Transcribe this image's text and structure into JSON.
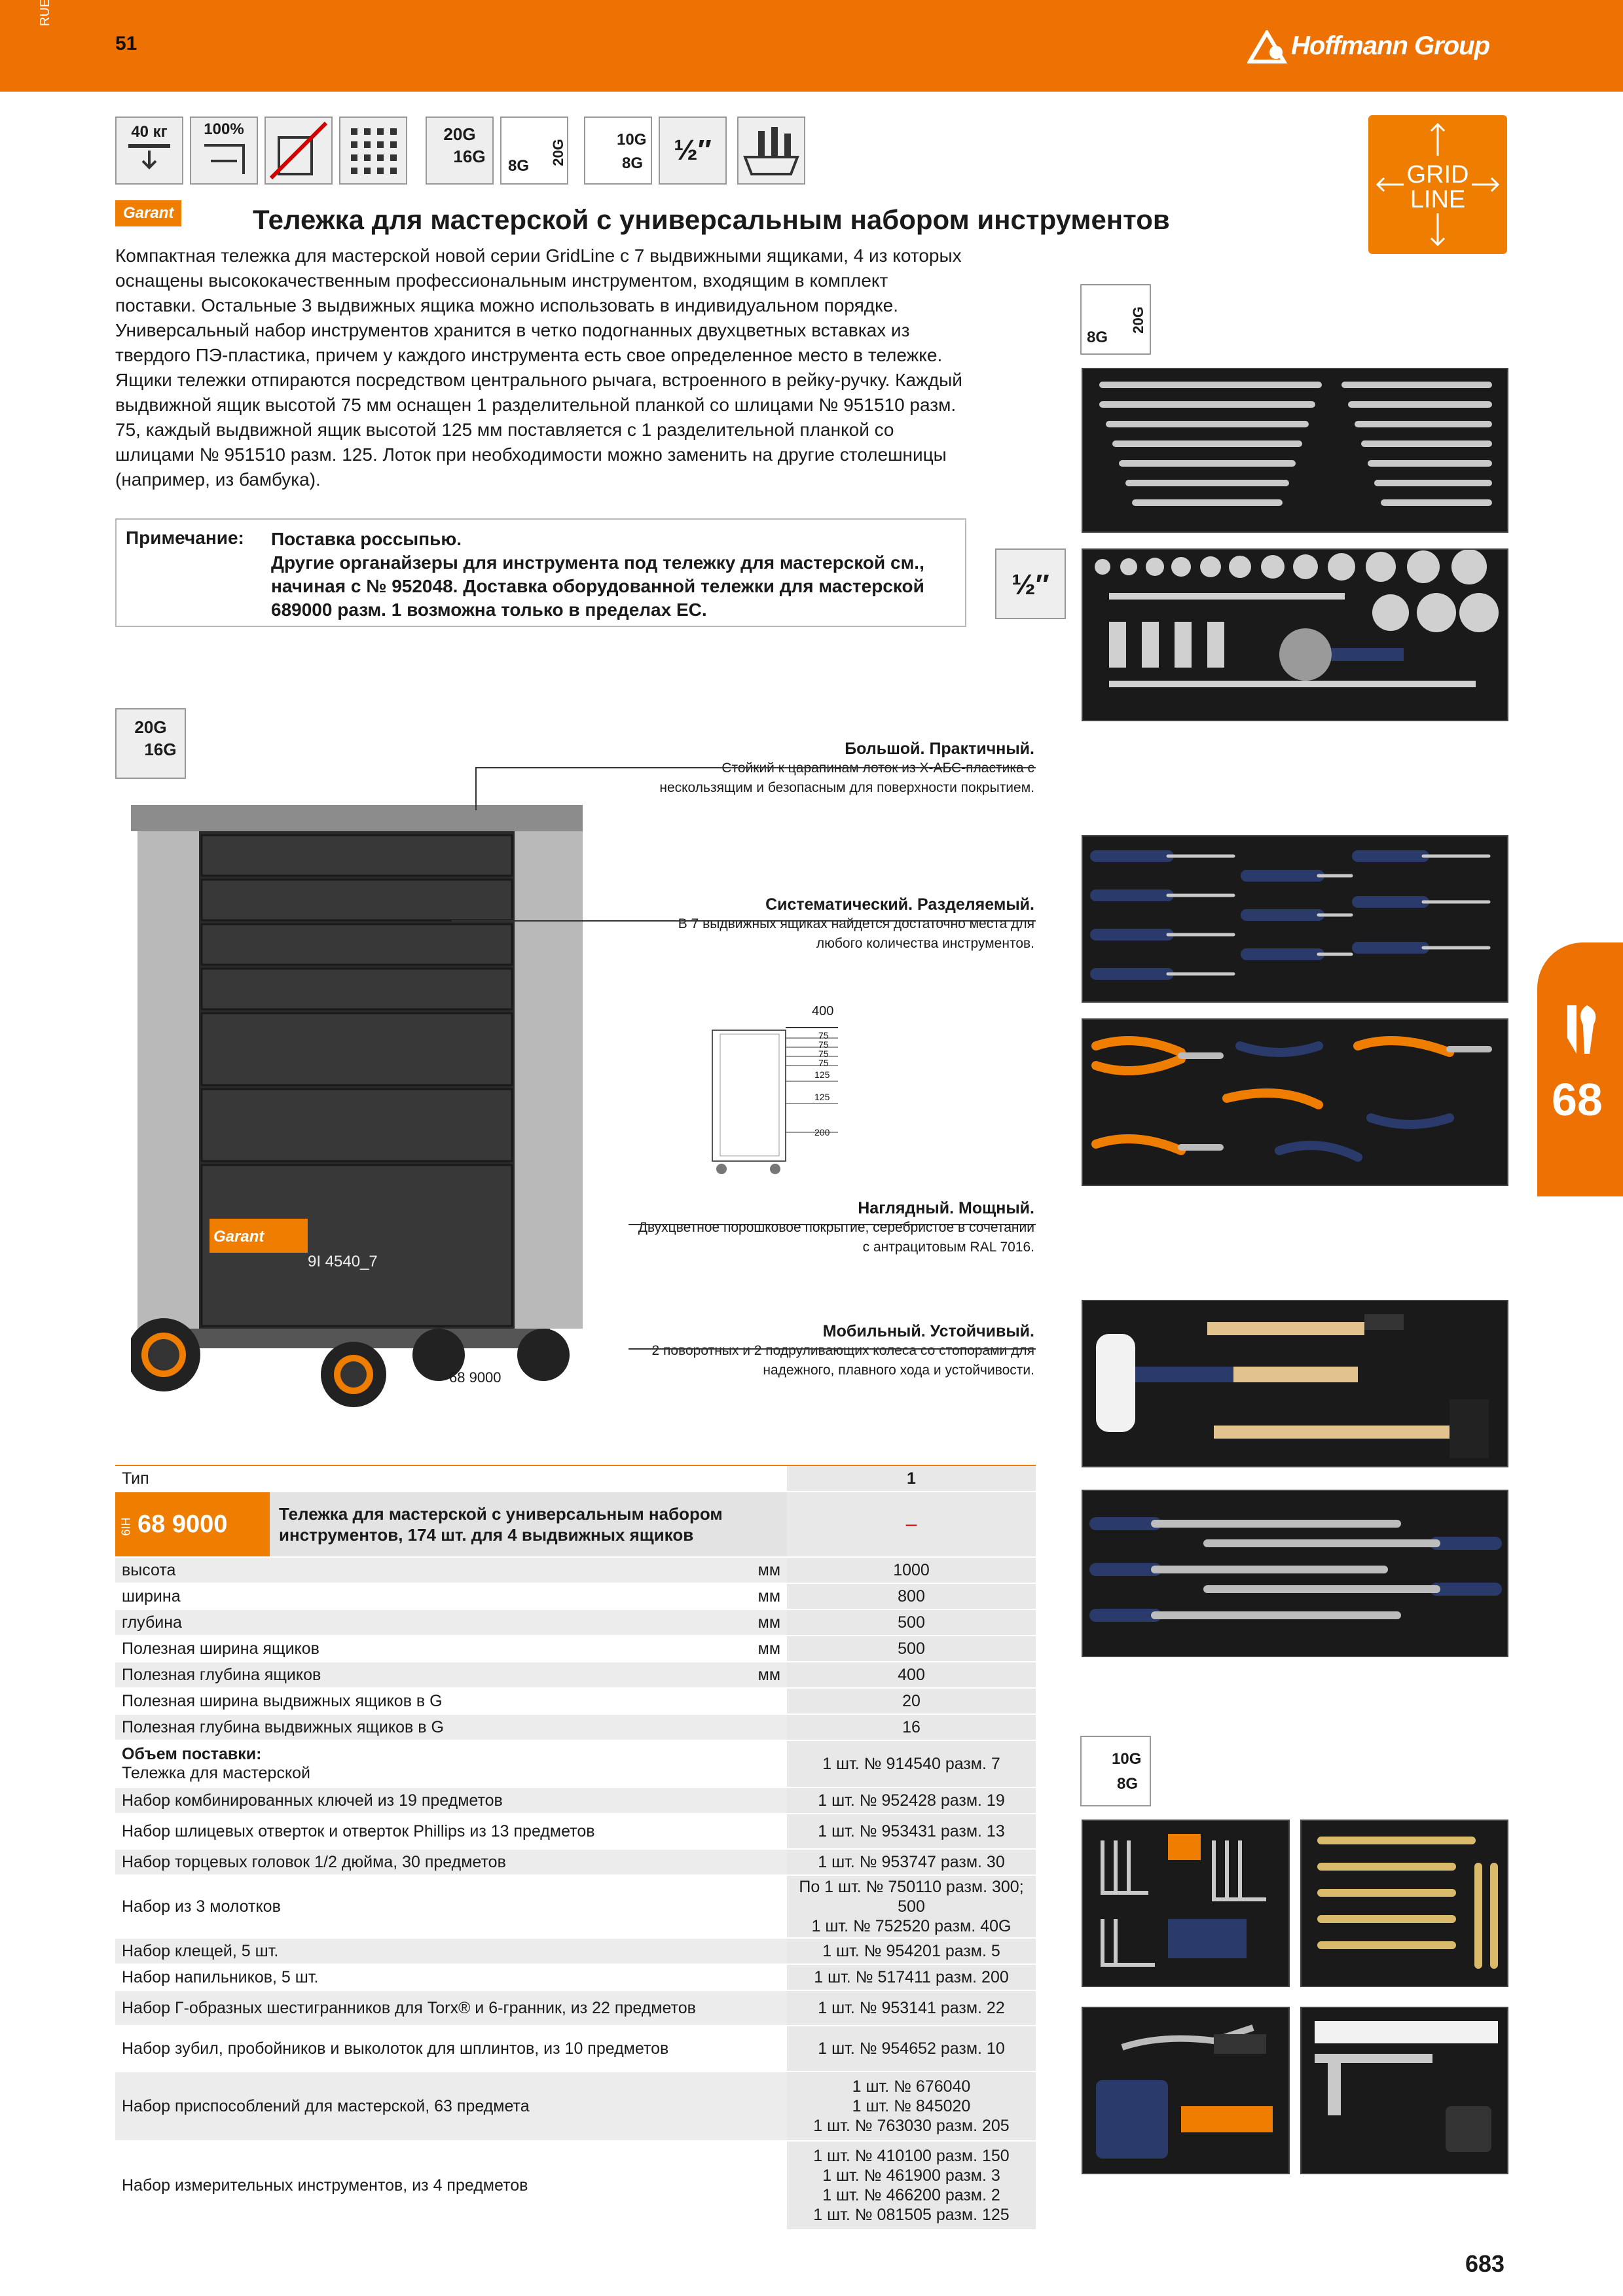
{
  "header": {
    "lang": "RUE",
    "page_left": "51",
    "brand": "Hoffmann Group"
  },
  "icons": [
    {
      "id": "load-40kg-icon",
      "label": "40 кг"
    },
    {
      "id": "extension-100-icon",
      "label": "100%"
    },
    {
      "id": "no-tipping-icon",
      "label": ""
    },
    {
      "id": "perforated-panel-icon",
      "label": ""
    },
    {
      "id": "grid-20g16g-icon",
      "label": "20G 16G"
    },
    {
      "id": "drawer-8g20g-icon",
      "label": "8G 20G"
    },
    {
      "id": "drawer-10g8g-icon",
      "label": "10G 8G"
    },
    {
      "id": "half-inch-icon",
      "label": "½″"
    },
    {
      "id": "tool-tray-icon",
      "label": ""
    }
  ],
  "gridline_badge": {
    "line1": "GRID",
    "line2": "LINE"
  },
  "product": {
    "logo": "Garant",
    "title": "Тележка для мастерской с универсальным набором инструментов",
    "intro": "Компактная тележка для мастерской новой серии GridLine с 7 выдвижными ящиками, 4 из которых оснащены высококачественным профессиональным инструментом, входящим в комплект поставки. Остальные 3 выдвижных ящика можно использовать в индивидуальном порядке. Универсальный набор инструментов хранится в четко подогнанных двухцветных вставках из твердого ПЭ-пластика, причем у каждого инструмента есть свое определенное место в тележке.",
    "intro2": "Ящики тележки отпираются посредством центрального рычага, встроенного в рейку-ручку. Каждый выдвижной ящик высотой 75 мм оснащен 1 разделительной планкой со шлицами № 951510 разм. 75, каждый выдвижной ящик высотой 125 мм поставляется с 1 разделительной планкой со шлицами № 951510 разм. 125. Лоток при необходимости можно заменить на другие столешницы (например, из бамбука).",
    "note_label": "Примечание:",
    "note_l1": "Поставка россыпью.",
    "note_l2": "Другие органайзеры для инструмента под тележку для мастерской см., начиная с № 952048. Доставка оборудованной тележки для мастерской 689000 разм. 1 возможна только в пределах ЕС."
  },
  "labels": {
    "drawer_8g_20g_a": "8G",
    "drawer_8g_20g_b": "20G",
    "half_inch": "½″",
    "grid_20g": "20G",
    "grid_16g": "16G",
    "drawer_10g": "10G",
    "drawer_8g": "8G",
    "cart_label": "Garant",
    "cart_model": "9I 4540_7",
    "cart_caption": "68 9000"
  },
  "callouts": [
    {
      "head": "Большой. Практичный.",
      "text": "Стойкий к царапинам лоток из Х-АБС-пластика с нескользящим и безопасным для поверхности покрытием."
    },
    {
      "head": "Систематический. Разделяемый.",
      "text": "В 7 выдвижных ящиках найдется достаточно места для любого количества инструментов."
    },
    {
      "head": "Наглядный. Мощный.",
      "text": "Двухцветное порошковое покрытие, серебристое в сочетании с антрацитовым RAL 7016."
    },
    {
      "head": "Мобильный. Устойчивый.",
      "text": "2 поворотных и 2 подруливающих колеса со стопорами для надежного, плавного хода и устойчивости."
    }
  ],
  "dims": {
    "width": "400",
    "rows": [
      "75",
      "75",
      "75",
      "75",
      "125",
      "125",
      "200"
    ]
  },
  "spec": {
    "type_label": "Тип",
    "type_value": "1",
    "prefix": "6IH",
    "article": "68 9000",
    "desc": "Тележка для мастерской с универсальным набором инструментов, 174 шт. для 4 выдвижных ящиков",
    "dash": "–",
    "rows": [
      {
        "label": "высота",
        "unit": "мм",
        "value": "1000"
      },
      {
        "label": "ширина",
        "unit": "мм",
        "value": "800"
      },
      {
        "label": "глубина",
        "unit": "мм",
        "value": "500"
      },
      {
        "label": "Полезная ширина ящиков",
        "unit": "мм",
        "value": "500"
      },
      {
        "label": "Полезная глубина ящиков",
        "unit": "мм",
        "value": "400"
      },
      {
        "label": "Полезная ширина выдвижных ящиков в G",
        "unit": "",
        "value": "20"
      },
      {
        "label": "Полезная глубина выдвижных ящиков в G",
        "unit": "",
        "value": "16"
      }
    ],
    "delivery_head": "Объем поставки:",
    "delivery": [
      {
        "label": "Тележка для мастерской",
        "value": "1 шт. № 914540 разм. 7"
      },
      {
        "label": "Набор комбинированных ключей из 19 предметов",
        "value": "1 шт. № 952428 разм. 19"
      },
      {
        "label": "Набор шлицевых отверток и отверток Phillips из 13 предметов",
        "value": "1 шт. № 953431 разм. 13"
      },
      {
        "label": "Набор торцевых головок 1/2 дюйма, 30 предметов",
        "value": "1 шт. № 953747 разм. 30"
      },
      {
        "label": "Набор из 3 молотков",
        "value": "По 1 шт. № 750110 разм. 300; 500\n1 шт. № 752520 разм. 40G"
      },
      {
        "label": "Набор клещей, 5 шт.",
        "value": "1 шт. № 954201 разм. 5"
      },
      {
        "label": "Набор напильников, 5 шт.",
        "value": "1 шт. № 517411 разм. 200"
      },
      {
        "label": "Набор Г-образных шестигранников для Torx® и 6-гранник, из 22 предметов",
        "value": "1 шт. № 953141 разм. 22"
      },
      {
        "label": "Набор зубил, пробойников и выколоток для шплинтов, из 10 предметов",
        "value": "1 шт. № 954652 разм. 10"
      },
      {
        "label": "Набор приспособлений для мастерской, 63 предмета",
        "value": "1 шт. № 676040\n1 шт. № 845020\n1 шт. № 763030 разм. 205"
      },
      {
        "label": "Набор измерительных инструментов, из 4 предметов",
        "value": "1 шт. № 410100 разм. 150\n1 шт. № 461900 разм. 3\n1 шт. № 466200 разм. 2\n1 шт. № 081505 разм. 125"
      }
    ]
  },
  "side_tab": {
    "number": "68"
  },
  "footer": {
    "page": "683"
  }
}
